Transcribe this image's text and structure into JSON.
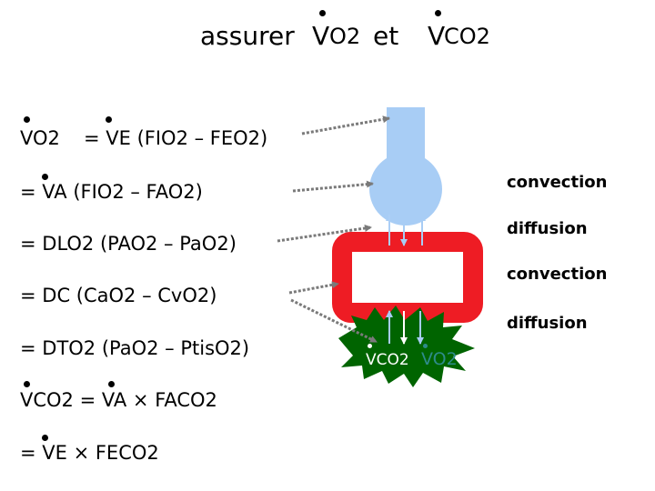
{
  "title": {
    "part1": "assurer ",
    "v1": "V",
    "o2": "O2",
    "part2": " et ",
    "v2": "V",
    "co2": "CO2"
  },
  "equations": {
    "vo2_left": "VO2",
    "vo2_rhs": "= VE (FIO2 – FEO2)",
    "va": "= VA (FIO2 – FAO2)",
    "dl": "= DLO2 (PAO2 – PaO2)",
    "dc": "= DC (CaO2 – CvO2)",
    "dt": "= DTO2 (PaO2 – PtisO2)",
    "vco2": "VCO2 = VA × FACO2",
    "ve": "= VE × FECO2"
  },
  "labels": {
    "convection1": "convection",
    "diffusion1": "diffusion",
    "convection2": "convection",
    "diffusion2": "diffusion"
  },
  "tissue": {
    "vco2": "VCO2",
    "vo2": "VO2"
  },
  "colors": {
    "airway": "#a8cdf5",
    "circulation": "#ee1c24",
    "tissue": "#006400",
    "arrow": "#7a7a7a",
    "vo2_text": "#2e8b8b"
  }
}
